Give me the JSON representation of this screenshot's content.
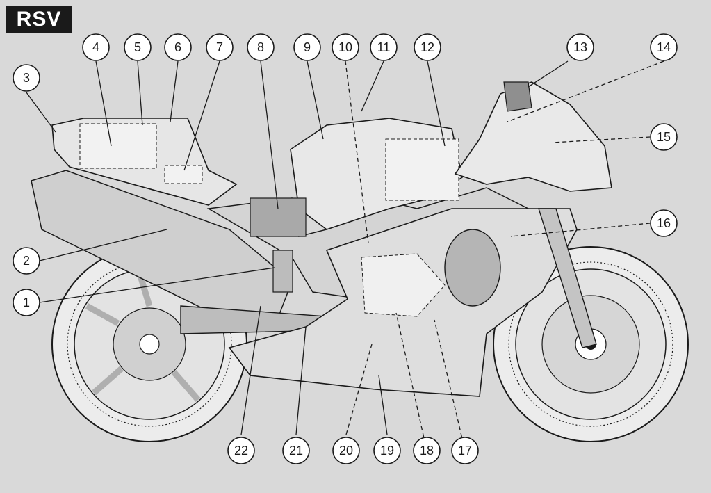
{
  "badge": "RSV",
  "callouts": [
    "1",
    "2",
    "3",
    "4",
    "5",
    "6",
    "7",
    "8",
    "9",
    "10",
    "11",
    "12",
    "13",
    "14",
    "15",
    "16",
    "17",
    "18",
    "19",
    "20",
    "21",
    "22"
  ],
  "colors": {
    "background": "#d9d9d9",
    "ink": "#1a1a1a",
    "panel": "#e6e6e6",
    "highlight": "#f2f2f2"
  }
}
